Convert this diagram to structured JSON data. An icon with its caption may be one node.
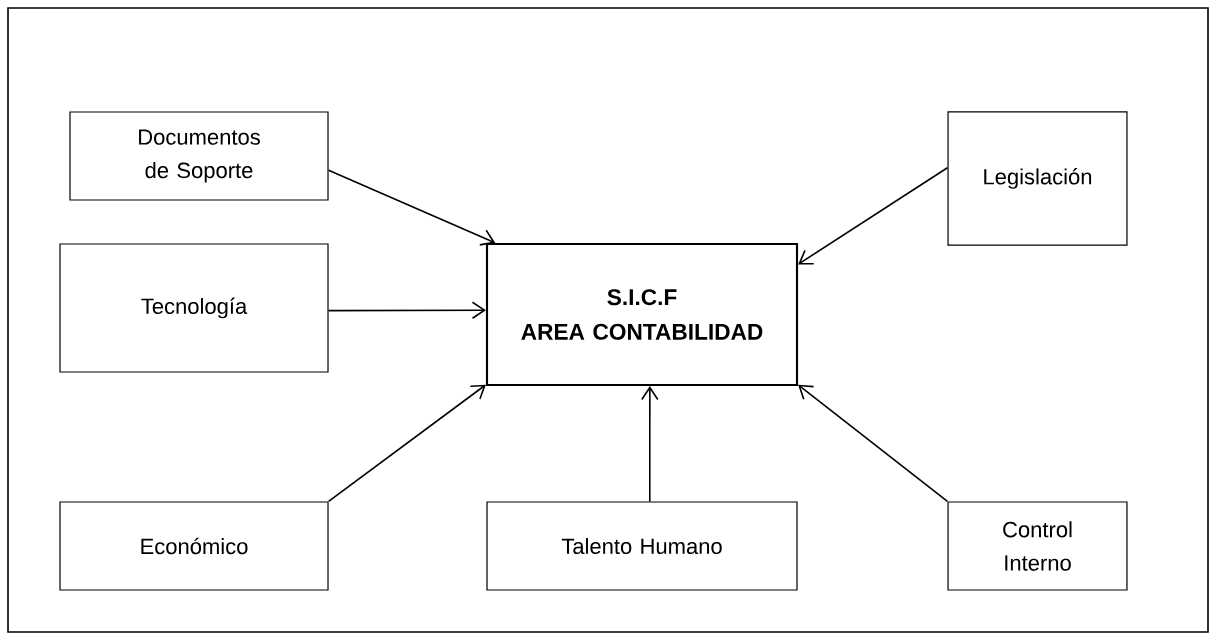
{
  "diagram": {
    "nodes": [
      {
        "text": [
          "Documentos de Soporte"
        ]
      },
      {
        "text": [
          "Legislación"
        ]
      },
      {
        "text": [
          "Tecnología"
        ]
      },
      {
        "text": [
          "S.I.C.F",
          "AREA CONTABILIDAD"
        ]
      },
      {
        "text": [
          "Económico"
        ]
      },
      {
        "text": [
          "Talento Humano"
        ]
      },
      {
        "text": [
          "Control Interno"
        ]
      }
    ],
    "edges": [
      {
        "from": 0,
        "to": 3,
        "arrow": "to"
      },
      {
        "from": 1,
        "to": 3,
        "arrow": "to"
      },
      {
        "from": 2,
        "to": 3,
        "arrow": "to"
      },
      {
        "from": 4,
        "to": 3,
        "arrow": "to"
      },
      {
        "from": 5,
        "to": 3,
        "arrow": "to"
      },
      {
        "from": 6,
        "to": 3,
        "arrow": "to"
      }
    ]
  }
}
